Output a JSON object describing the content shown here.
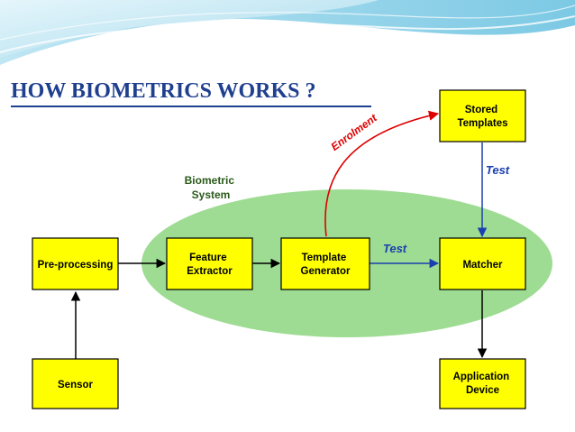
{
  "slide": {
    "title": "HOW BIOMETRICS WORKS ?"
  },
  "diagram": {
    "system_label": [
      "Biometric",
      "System"
    ],
    "nodes": {
      "preprocessing": [
        "Pre-processing"
      ],
      "feature_extractor": [
        "Feature",
        "Extractor"
      ],
      "template_generator": [
        "Template",
        "Generator"
      ],
      "matcher": [
        "Matcher"
      ],
      "stored_templates": [
        "Stored",
        "Templates"
      ],
      "sensor": [
        "Sensor"
      ],
      "application_device": [
        "Application",
        "Device"
      ]
    },
    "edge_labels": {
      "enrolment": "Enrolment",
      "test_horizontal": "Test",
      "test_vertical": "Test"
    }
  },
  "colors": {
    "box_fill": "#ffff00",
    "ellipse_fill": "#9ddc92",
    "test_arrow": "#1a3fb0",
    "enrolment_arrow": "#dd0000",
    "title": "#1f3f8f"
  }
}
